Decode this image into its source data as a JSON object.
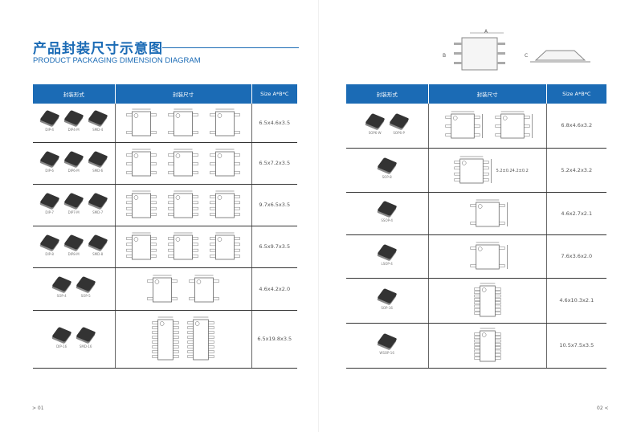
{
  "title": "产品封装尺寸示意图",
  "subtitle": "PRODUCT PACKAGING DIMENSION DIAGRAM",
  "headers": {
    "form": "封装形式",
    "dim": "封装尺寸",
    "size": "Size  A*B*C"
  },
  "diagram_labels": {
    "a": "A",
    "b": "B",
    "c": "C"
  },
  "left_rows": [
    {
      "packages": [
        "DIP-4",
        "DIP4-M",
        "SMD-4"
      ],
      "drawings": 3,
      "pins": 2,
      "size": "6.5x4.6x3.5"
    },
    {
      "packages": [
        "DIP-6",
        "DIP6-M",
        "SMD-6"
      ],
      "drawings": 3,
      "pins": 3,
      "size": "6.5x7.2x3.5"
    },
    {
      "packages": [
        "DIP-7",
        "DIP7-M",
        "SMD-7"
      ],
      "drawings": 3,
      "pins": 4,
      "size": "9.7x6.5x3.5"
    },
    {
      "packages": [
        "DIP-8",
        "DIP8-M",
        "SMD-8"
      ],
      "drawings": 3,
      "pins": 4,
      "size": "6.5x9.7x3.5"
    },
    {
      "packages": [
        "SOP-4",
        "SOP-5"
      ],
      "drawings": 2,
      "pins": 2,
      "size": "4.6x4.2x2.0"
    },
    {
      "packages": [
        "DIP-16",
        "SMD-16"
      ],
      "drawings": 2,
      "pins": 8,
      "size": "6.5x19.8x3.5"
    }
  ],
  "right_rows": [
    {
      "packages": [
        "SOP6-W",
        "SOP6-P"
      ],
      "drawings": 2,
      "pins": 3,
      "size": "6.8x4.6x3.2"
    },
    {
      "packages": [
        "SOP-8"
      ],
      "drawings": 1,
      "pins": 4,
      "size": "5.2x4.2x3.2",
      "dim_labels": [
        "5.2±0.2",
        "4.2±0.2"
      ]
    },
    {
      "packages": [
        "SSOP-4"
      ],
      "drawings": 1,
      "pins": 2,
      "size": "4.6x2.7x2.1"
    },
    {
      "packages": [
        "LSOP-4"
      ],
      "drawings": 1,
      "pins": 2,
      "size": "7.6x3.6x2.0"
    },
    {
      "packages": [
        "SOP-16"
      ],
      "drawings": 1,
      "pins": 8,
      "size": "4.6x10.3x2.1"
    },
    {
      "packages": [
        "WSOP-16"
      ],
      "drawings": 1,
      "pins": 8,
      "size": "10.5x7.5x3.5"
    }
  ],
  "footer": {
    "left": ">  01",
    "right": "02 <"
  },
  "colors": {
    "accent": "#1b6bb5"
  }
}
